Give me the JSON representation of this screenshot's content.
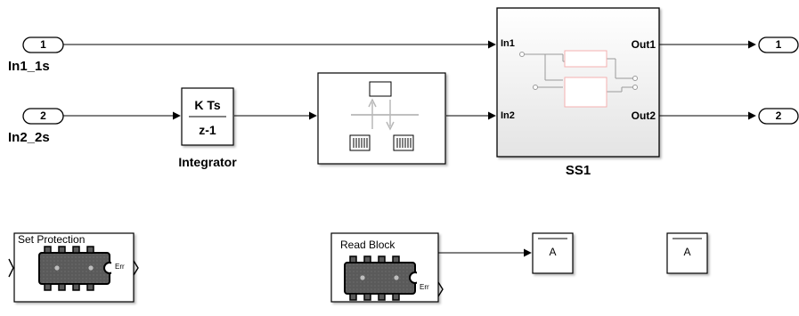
{
  "inports": [
    {
      "port": "1",
      "name": "In1_1s"
    },
    {
      "port": "2",
      "name": "In2_2s"
    }
  ],
  "outports": [
    {
      "port": "1"
    },
    {
      "port": "2"
    }
  ],
  "integrator": {
    "numerator": "K Ts",
    "denominator": "z-1",
    "name": "Integrator"
  },
  "subsystem": {
    "name": "SS1",
    "in1": "In1",
    "in2": "In2",
    "out1": "Out1",
    "out2": "Out2"
  },
  "set_protection": {
    "title": "Set Protection",
    "err": "Err"
  },
  "read_block": {
    "title": "Read Block",
    "err": "Err"
  },
  "goto_tags": [
    "A",
    "A"
  ]
}
